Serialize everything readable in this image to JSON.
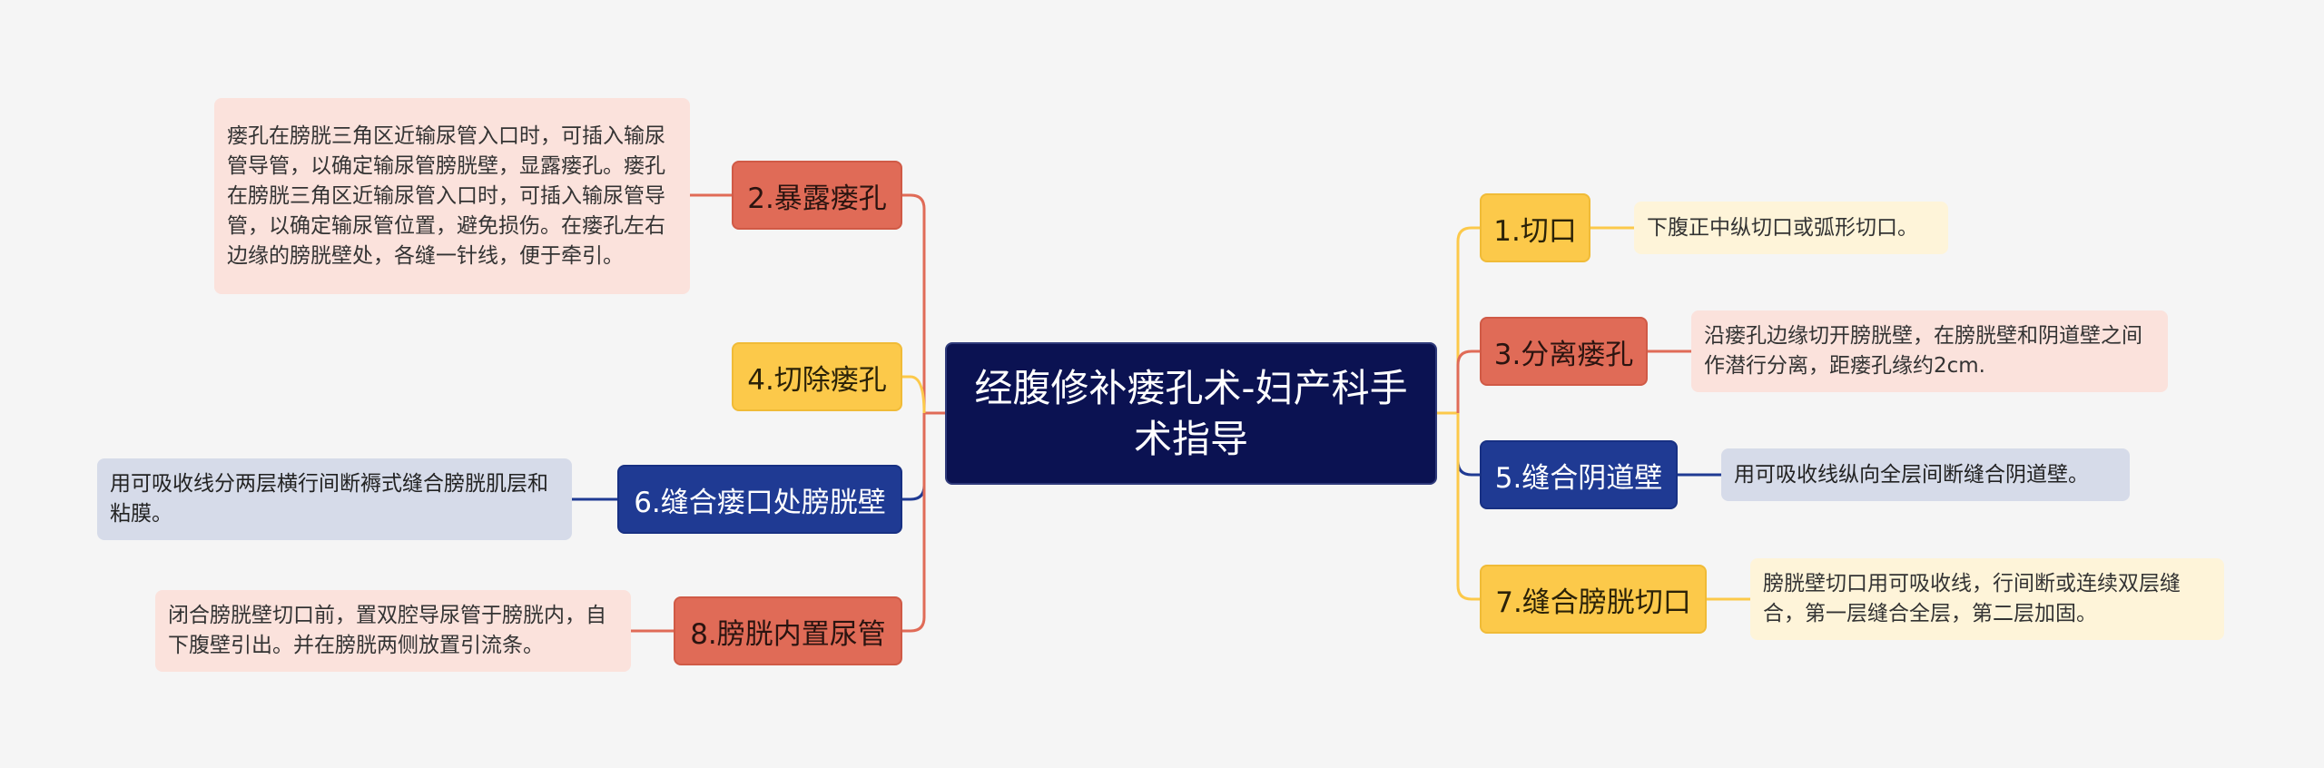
{
  "root": {
    "title": "经腹修补瘘孔术-妇产科手术指导"
  },
  "branches": [
    {
      "label": "1.切口",
      "detail": "下腹正中纵切口或弧形切口。",
      "color": "#fcc94a"
    },
    {
      "label": "2.暴露瘘孔",
      "detail": "瘘孔在膀胱三角区近输尿管入口时，可插入输尿管导管，以确定输尿管膀胱壁，显露瘘孔。瘘孔在膀胱三角区近输尿管入口时，可插入输尿管导管，以确定输尿管位置，避免损伤。在瘘孔左右边缘的膀胱壁处，各缝一针线，便于牵引。",
      "color": "#e06b57"
    },
    {
      "label": "3.分离瘘孔",
      "detail": "沿瘘孔边缘切开膀胱壁，在膀胱壁和阴道壁之间作潜行分离，距瘘孔缘约2cm.",
      "color": "#e06b57"
    },
    {
      "label": "4.切除瘘孔",
      "detail": "",
      "color": "#fcc94a"
    },
    {
      "label": "5.缝合阴道壁",
      "detail": "用可吸收线纵向全层间断缝合阴道壁。",
      "color": "#1f3a93"
    },
    {
      "label": "6.缝合瘘口处膀胱壁",
      "detail": "用可吸收线分两层横行间断褥式缝合膀胱肌层和粘膜。",
      "color": "#1f3a93"
    },
    {
      "label": "7.缝合膀胱切口",
      "detail": "膀胱壁切口用可吸收线，行间断或连续双层缝合，第一层缝合全层，第二层加固。",
      "color": "#fcc94a"
    },
    {
      "label": "8.膀胱内置尿管",
      "detail": "闭合膀胱壁切口前，置双腔导尿管于膀胱内，自下腹壁引出。并在膀胱两侧放置引流条。",
      "color": "#e06b57"
    }
  ]
}
